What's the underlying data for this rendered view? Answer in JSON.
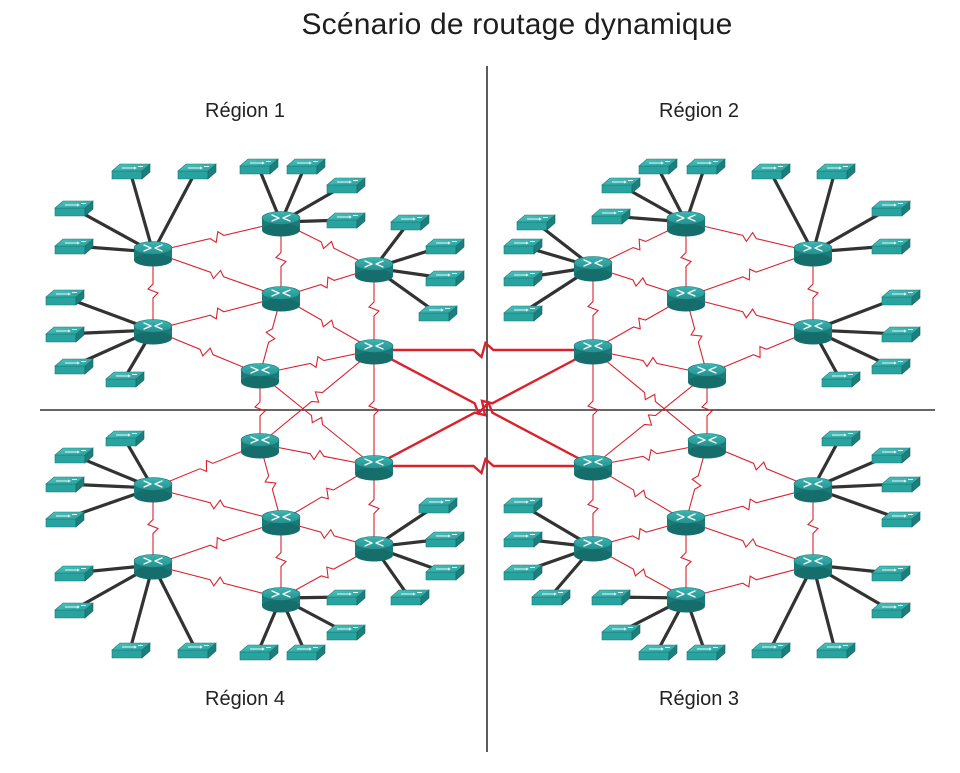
{
  "title": "Scénario de routage dynamique",
  "regions": [
    {
      "id": 1,
      "label": "Région 1"
    },
    {
      "id": 2,
      "label": "Région 2"
    },
    {
      "id": 3,
      "label": "Région 3"
    },
    {
      "id": 4,
      "label": "Région 4"
    }
  ],
  "colors": {
    "router": "#1f8b8b",
    "switch": "#28a3a0",
    "serial_link": "#d9222e",
    "ethernet_link": "#333333",
    "divider": "#333333"
  }
}
